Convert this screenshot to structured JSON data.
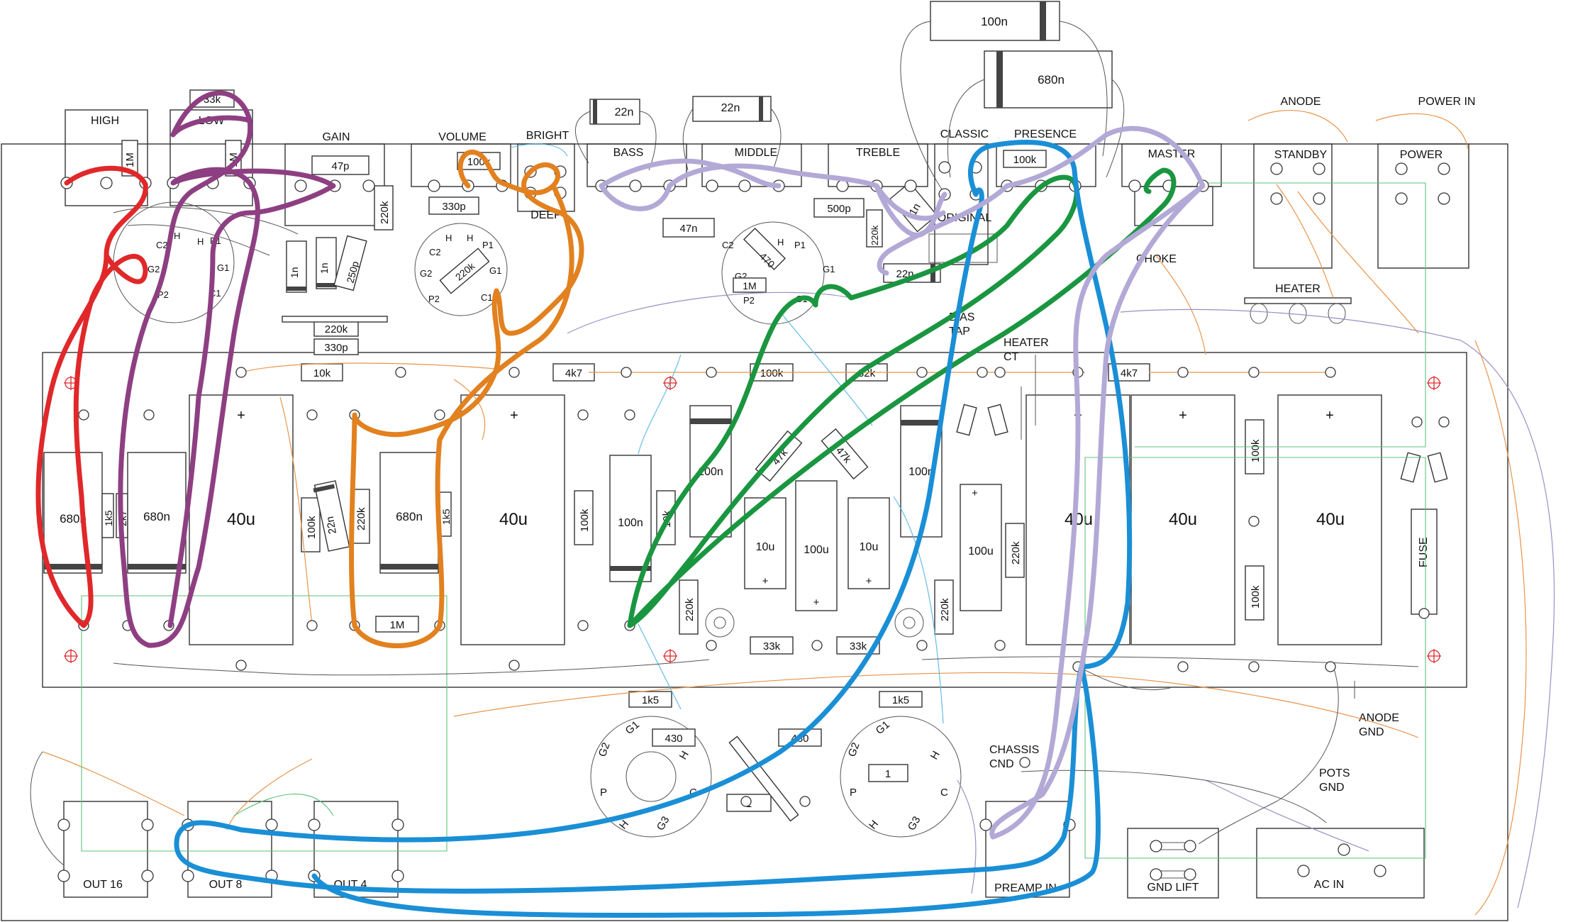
{
  "controls": {
    "high": "HIGH",
    "low": "LOW",
    "gain": "GAIN",
    "volume": "VOLUME",
    "bright": "BRIGHT",
    "deep": "DEEP",
    "bass": "BASS",
    "middle": "MIDDLE",
    "treble": "TREBLE",
    "classic": "CLASSIC",
    "original": "ORIGINAL",
    "presence": "PRESENCE",
    "master": "MASTER",
    "standby": "STANDBY",
    "power": "POWER",
    "anode": "ANODE",
    "power_in": "POWER IN",
    "choke": "CHOKE",
    "heater": "HEATER",
    "bias_tap_1": "BIAS",
    "bias_tap_2": "TAP",
    "heater_ct_1": "HEATER",
    "heater_ct_2": "CT",
    "anode_gnd_1": "ANODE",
    "anode_gnd_2": "GND",
    "chassis_gnd_1": "CHASSIS",
    "chassis_gnd_2": "CND",
    "pots_gnd_1": "POTS",
    "pots_gnd_2": "GND",
    "fuse": "FUSE"
  },
  "jacks": {
    "out16": "OUT 16",
    "out8": "OUT 8",
    "out4": "OUT 4",
    "preamp_in": "PREAMP IN",
    "gnd_lift": "GND LIFT",
    "ac_in": "AC IN"
  },
  "components": {
    "c_100n_top": "100n",
    "c_680n_top": "680n",
    "c_22n_a": "22n",
    "c_22n_b": "22n",
    "r_33k_top": "33k",
    "r_1M_high": "1M",
    "r_1M_low": "1M",
    "c_47p": "47p",
    "r_220k_gain": "220k",
    "r_100k_vol": "100k",
    "c_330p_vol": "330p",
    "r_470": "470",
    "r_1M_mid": "1M",
    "c_500p": "500p",
    "c_47n": "47n",
    "c_1n_classic": "1n",
    "r_220k_classic": "220k",
    "r_100k_pres": "100k",
    "c_22n_mid": "22n",
    "c_1n_a": "1n",
    "c_1n_b": "1n",
    "c_250p": "250p",
    "r_220k_b": "220k",
    "c_330p_b": "330p",
    "r_220k_v1": "220k",
    "r_10k": "10k",
    "r_4k7_a": "4k7",
    "r_100k_b": "100k",
    "r_82k": "82k",
    "r_4k7_b": "4k7",
    "c_680n_1": "680n",
    "r_1k5_a": "1k5",
    "r_2k7": "2k7",
    "c_680n_2": "680n",
    "c_40u_1": "40u",
    "r_100k_c": "100k",
    "c_22n_c": "22n",
    "r_220k_c": "220k",
    "c_680n_3": "680n",
    "r_1k5_b": "1k5",
    "c_40u_2": "40u",
    "r_100k_d": "100k",
    "c_100n_a": "100n",
    "r_10k_b": "10k",
    "c_100n_b": "100n",
    "r_47k_a": "47k",
    "r_47k_b": "47k",
    "c_10u_a": "10u",
    "c_100u_a": "100u",
    "c_10u_b": "10u",
    "c_100n_c": "100n",
    "c_100u_b": "100u",
    "r_220k_d": "220k",
    "c_40u_3": "40u",
    "c_40u_4": "40u",
    "r_100k_e": "100k",
    "c_40u_5": "40u",
    "r_100k_f": "100k",
    "r_1M_c": "1M",
    "r_220k_e": "220k",
    "r_33k_a": "33k",
    "r_33k_b": "33k",
    "r_220k_f": "220k",
    "r_1k5_c": "1k5",
    "r_1k5_d": "1k5",
    "r_430_a": "430",
    "r_430_b": "430",
    "r_1_a": "1",
    "r_1_b": "1"
  },
  "valve_pins": {
    "c2": "C2",
    "g2": "G2",
    "p2": "P2",
    "h": "H",
    "p1": "P1",
    "g1": "G1",
    "c1": "C1",
    "p": "P",
    "g3": "G3",
    "c": "C"
  },
  "plus": "+",
  "colors": {
    "red": "#e0282a",
    "purple": "#8e3f82",
    "orange": "#e2811f",
    "green": "#1a9640",
    "blue": "#1a8fd6",
    "lavender": "#b3a9d6"
  }
}
